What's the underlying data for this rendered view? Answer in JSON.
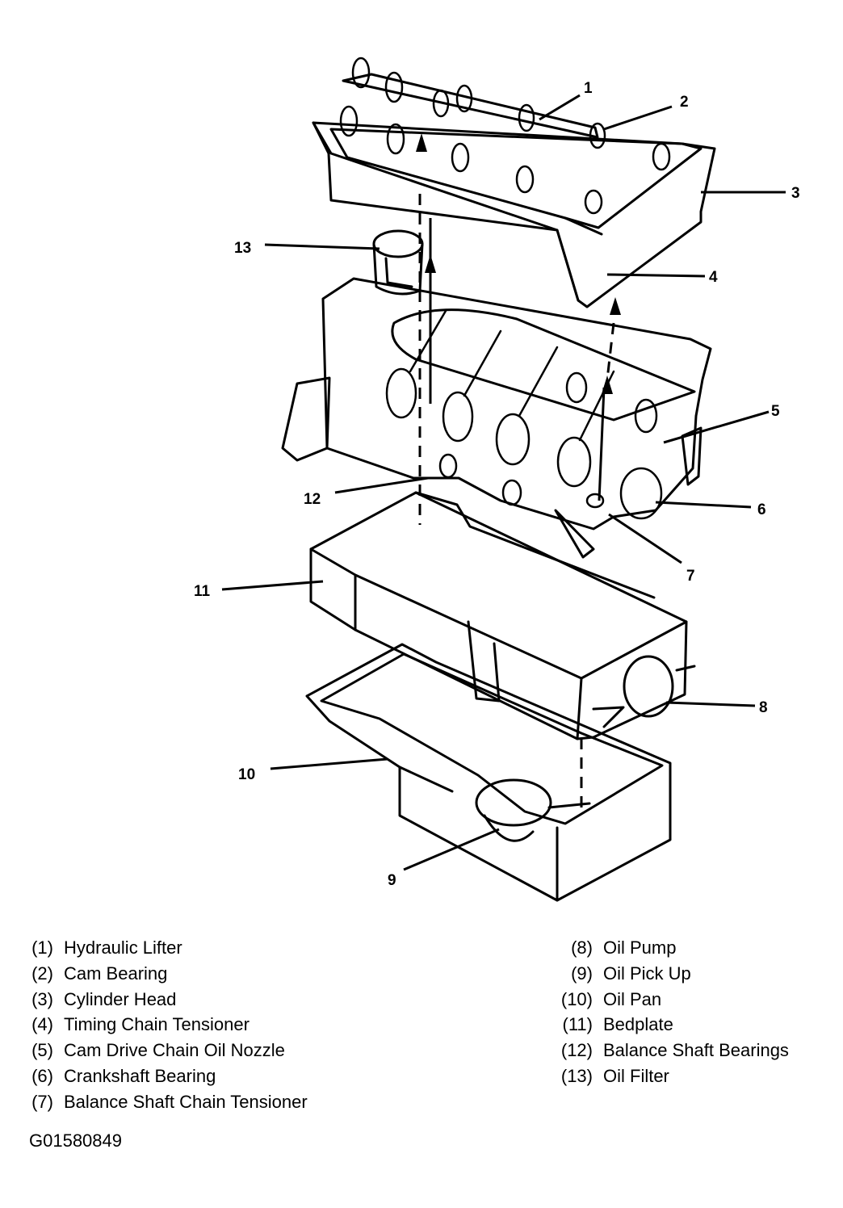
{
  "callouts": [
    "1",
    "2",
    "3",
    "4",
    "5",
    "6",
    "7",
    "8",
    "9",
    "10",
    "11",
    "12",
    "13"
  ],
  "legend_left": [
    {
      "num": "(1)",
      "label": "Hydraulic Lifter"
    },
    {
      "num": "(2)",
      "label": "Cam Bearing"
    },
    {
      "num": "(3)",
      "label": "Cylinder Head"
    },
    {
      "num": "(4)",
      "label": "Timing Chain Tensioner"
    },
    {
      "num": "(5)",
      "label": "Cam Drive Chain Oil Nozzle"
    },
    {
      "num": "(6)",
      "label": "Crankshaft Bearing"
    },
    {
      "num": "(7)",
      "label": "Balance Shaft Chain Tensioner"
    }
  ],
  "legend_right": [
    {
      "num": "(8)",
      "label": "Oil Pump"
    },
    {
      "num": "(9)",
      "label": "Oil Pick Up"
    },
    {
      "num": "(10)",
      "label": "Oil Pan"
    },
    {
      "num": "(11)",
      "label": "Bedplate"
    },
    {
      "num": "(12)",
      "label": "Balance Shaft Bearings"
    },
    {
      "num": "(13)",
      "label": "Oil Filter"
    }
  ],
  "figure_id": "G01580849"
}
